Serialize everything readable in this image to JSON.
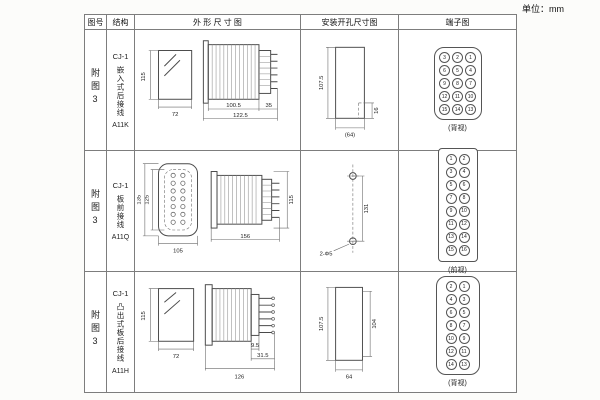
{
  "unit_label": "单位：mm",
  "header": {
    "figure": "图号",
    "structure": "结构",
    "outline": "外 形 尺 寸 图",
    "install": "安装开孔尺寸图",
    "terminal": "端子图"
  },
  "rows": [
    {
      "figure": "附图3",
      "model": "CJ-1",
      "structure": "嵌入式后接线",
      "code": "A11K",
      "outline": {
        "height": "115",
        "width": "72",
        "body_depth": "100.5",
        "stud_depth": "35",
        "total_depth": "122.5"
      },
      "install": {
        "cutout_height": "107.5",
        "notch": "16",
        "cutout_width": "(64)"
      },
      "terminal": {
        "caption": "(背视)",
        "grid": [
          [
            "3",
            "2",
            "1"
          ],
          [
            "6",
            "5",
            "4"
          ],
          [
            "9",
            "8",
            "7"
          ],
          [
            "12",
            "11",
            "10"
          ],
          [
            "15",
            "14",
            "13"
          ]
        ]
      }
    },
    {
      "figure": "附图3",
      "model": "CJ-1",
      "structure": "板前接线",
      "code": "A11Q",
      "outline": {
        "plate_height": "135",
        "terminal_span": "125",
        "plate_width": "105",
        "total_depth": "156",
        "body_height": "115"
      },
      "install": {
        "hole_spacing": "131",
        "holes": "2-Φ5"
      },
      "terminal": {
        "caption": "(前视)",
        "grid": [
          [
            "1",
            "2"
          ],
          [
            "3",
            "4"
          ],
          [
            "5",
            "6"
          ],
          [
            "7",
            "8"
          ],
          [
            "9",
            "10"
          ],
          [
            "11",
            "12"
          ],
          [
            "13",
            "14"
          ],
          [
            "15",
            "16"
          ]
        ]
      }
    },
    {
      "figure": "附图3",
      "model": "CJ-1",
      "structure": "凸出式板后接线",
      "code": "A11H",
      "outline": {
        "height": "115",
        "width": "72",
        "block_depth": "9.5",
        "stud_depth": "31.5",
        "total_depth": "126"
      },
      "install": {
        "cutout_height": "107.5",
        "inner_height": "104",
        "cutout_width": "64"
      },
      "terminal": {
        "caption": "(背视)",
        "grid": [
          [
            "2",
            "1"
          ],
          [
            "4",
            "3"
          ],
          [
            "6",
            "5"
          ],
          [
            "8",
            "7"
          ],
          [
            "10",
            "9"
          ],
          [
            "12",
            "11"
          ],
          [
            "14",
            "13"
          ]
        ]
      }
    }
  ]
}
